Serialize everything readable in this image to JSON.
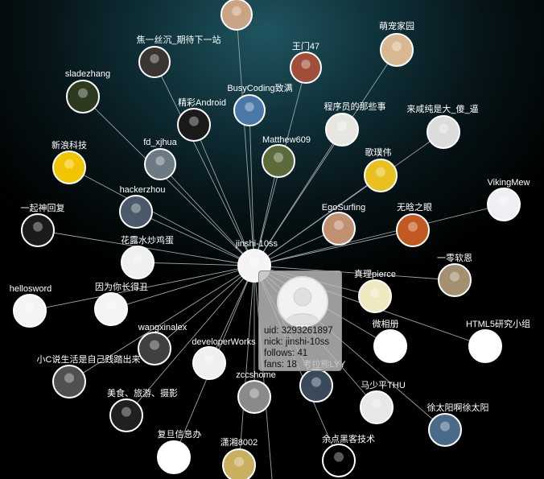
{
  "graph": {
    "center": {
      "id": "jinshi",
      "label": "jinshi-10ss"
    },
    "nodes": [
      {
        "id": "top",
        "label": ""
      },
      {
        "id": "n_wait",
        "label": "焦一丝沉_期待下一站"
      },
      {
        "id": "n_wangmen",
        "label": "王门47"
      },
      {
        "id": "n_mengchong",
        "label": "萌宠家园"
      },
      {
        "id": "n_sladezhang",
        "label": "sladezhang"
      },
      {
        "id": "n_android",
        "label": "精彩Android"
      },
      {
        "id": "n_busycoding",
        "label": "BusyCoding致满"
      },
      {
        "id": "n_programmer",
        "label": "程序员的那些事"
      },
      {
        "id": "n_zhishi",
        "label": "来咸纯是大_傻_逼"
      },
      {
        "id": "n_sina",
        "label": "新浪科技"
      },
      {
        "id": "n_fdxjhua",
        "label": "fd_xjhua"
      },
      {
        "id": "n_matthew",
        "label": "Matthew609"
      },
      {
        "id": "n_gewei",
        "label": "歌璞伟"
      },
      {
        "id": "n_vikingmew",
        "label": "VikingMew"
      },
      {
        "id": "n_hackerzhou",
        "label": "hackerzhou"
      },
      {
        "id": "n_yiqi",
        "label": "一起神回复"
      },
      {
        "id": "n_egosurfing",
        "label": "EgoSurfing"
      },
      {
        "id": "n_wuhui",
        "label": "无晗之眼"
      },
      {
        "id": "n_huashui",
        "label": "花露水炒鸡蛋"
      },
      {
        "id": "n_yiling",
        "label": "一零软恩"
      },
      {
        "id": "n_hellosword",
        "label": "hellosword"
      },
      {
        "id": "n_yinwei",
        "label": "因为你长得丑"
      },
      {
        "id": "n_pierce",
        "label": "真理pierce"
      },
      {
        "id": "n_weixiang",
        "label": "微相册"
      },
      {
        "id": "n_html5",
        "label": "HTML5研究小组"
      },
      {
        "id": "n_wangxinalex",
        "label": "wangxinalex"
      },
      {
        "id": "n_developerworks",
        "label": "developerWorks"
      },
      {
        "id": "n_xiaoc",
        "label": "小C说生活是自己践踏出来"
      },
      {
        "id": "n_zccshome",
        "label": "zccshome"
      },
      {
        "id": "n_lala",
        "label": "考拉熊LYY"
      },
      {
        "id": "n_mashao",
        "label": "马少平THU"
      },
      {
        "id": "n_xutaiyang",
        "label": "徐太阳啊徐太阳"
      },
      {
        "id": "n_meishi",
        "label": "美食、旅游、摄影"
      },
      {
        "id": "n_fudan",
        "label": "复旦信息办"
      },
      {
        "id": "n_xiaoxiang",
        "label": "潇湘8002"
      },
      {
        "id": "n_hacker",
        "label": "余点黑客技术"
      }
    ]
  },
  "tooltip": {
    "uid": "uid: 3293261897",
    "nick": "nick: jinshi-10ss",
    "follows": "follows: 41",
    "fans": "fans: 18"
  },
  "colors": {
    "edge": "#9aa3a6",
    "label": "#ffffff",
    "tooltip_bg": "#bebebe"
  }
}
